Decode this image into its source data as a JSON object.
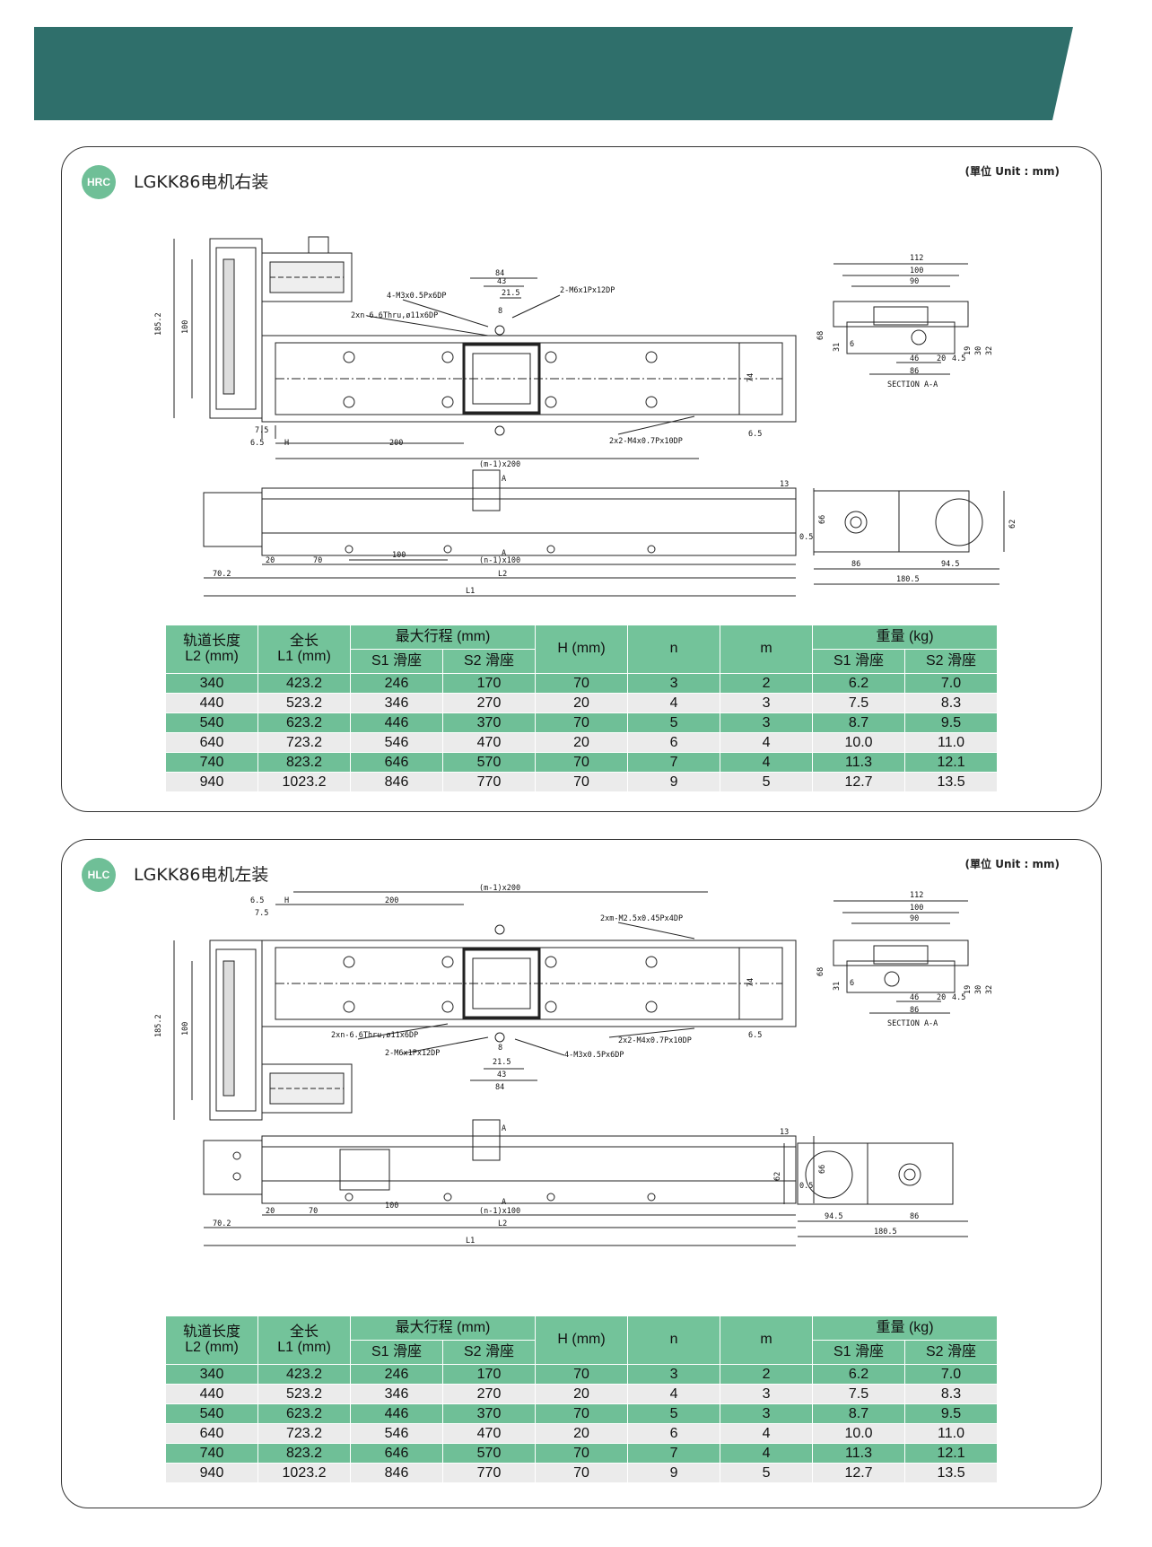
{
  "colors": {
    "banner": "#2f6f6b",
    "badge": "#6fbf97",
    "header": "#73c39a",
    "row_green": "#6fbf97",
    "row_gray": "#ebebeb"
  },
  "unit_label": "(單位 Unit : mm)",
  "table_headers": {
    "rail_length": "轨道长度",
    "rail_length_sub": "L2 (mm)",
    "full_length": "全长",
    "full_length_sub": "L1 (mm)",
    "max_stroke": "最大行程 (mm)",
    "s1": "S1 滑座",
    "s2": "S2 滑座",
    "h": "H (mm)",
    "n": "n",
    "m": "m",
    "weight": "重量 (kg)"
  },
  "rows": [
    [
      "340",
      "423.2",
      "246",
      "170",
      "70",
      "3",
      "2",
      "6.2",
      "7.0"
    ],
    [
      "440",
      "523.2",
      "346",
      "270",
      "20",
      "4",
      "3",
      "7.5",
      "8.3"
    ],
    [
      "540",
      "623.2",
      "446",
      "370",
      "70",
      "5",
      "3",
      "8.7",
      "9.5"
    ],
    [
      "640",
      "723.2",
      "546",
      "470",
      "20",
      "6",
      "4",
      "10.0",
      "11.0"
    ],
    [
      "740",
      "823.2",
      "646",
      "570",
      "70",
      "7",
      "4",
      "11.3",
      "12.1"
    ],
    [
      "940",
      "1023.2",
      "846",
      "770",
      "70",
      "9",
      "5",
      "12.7",
      "13.5"
    ]
  ],
  "panels": [
    {
      "badge": "HRC",
      "title": "LGKK86电机右装",
      "labels": {
        "dim_84": "84",
        "dim_43": "43",
        "dim_215": "21.5",
        "dim_8": "8",
        "m3": "4-M3x0.5Px6DP",
        "m6": "2-M6x1Px12DP",
        "thru": "2xn-6.6Thru,ø11x6DP",
        "m4": "2x2-M4x0.7Px10DP",
        "d1852": "185.2",
        "d100": "100",
        "d74": "74",
        "d75": "7.5",
        "d65": "6.5",
        "dH": "H",
        "d200": "200",
        "m1x200": "(m-1)x200",
        "d13": "13",
        "dA": "A",
        "d66": "66",
        "d05": "0.5",
        "d702": "70.2",
        "d20": "20",
        "d70": "70",
        "n1x100": "(n-1)x100",
        "dL2": "L2",
        "dL1": "L1",
        "s112": "112",
        "s90": "90",
        "s68": "68",
        "s31": "31",
        "s6": "6",
        "s19": "19",
        "s30": "30",
        "s32": "32",
        "s46": "46",
        "s45": "4.5",
        "s86": "86",
        "section": "SECTION A-A",
        "e62": "62",
        "e86": "86",
        "e945": "94.5",
        "e1805": "180.5"
      }
    },
    {
      "badge": "HLC",
      "title": "LGKK86电机左装",
      "labels": {
        "dim_84": "84",
        "dim_43": "43",
        "dim_215": "21.5",
        "dim_8": "8",
        "m3": "4-M3x0.5Px6DP",
        "m6": "2-M6x1Px12DP",
        "thru": "2xn-6.6Thru,ø11x6DP",
        "m4": "2x2-M4x0.7Px10DP",
        "m25": "2xm-M2.5x0.45Px4DP",
        "d1852": "185.2",
        "d100": "100",
        "d74": "74",
        "d75": "7.5",
        "d65": "6.5",
        "dH": "H",
        "d200": "200",
        "m1x200": "(m-1)x200",
        "d13": "13",
        "dA": "A",
        "d66": "66",
        "d05": "0.5",
        "d702": "70.2",
        "d20": "20",
        "d70": "70",
        "n1x100": "(n-1)x100",
        "dL2": "L2",
        "dL1": "L1",
        "s112": "112",
        "s90": "90",
        "s68": "68",
        "s31": "31",
        "s6": "6",
        "s19": "19",
        "s30": "30",
        "s32": "32",
        "s46": "46",
        "s45": "4.5",
        "s86": "86",
        "section": "SECTION A-A",
        "e62": "62",
        "e86": "86",
        "e945": "94.5",
        "e1805": "180.5"
      }
    }
  ]
}
